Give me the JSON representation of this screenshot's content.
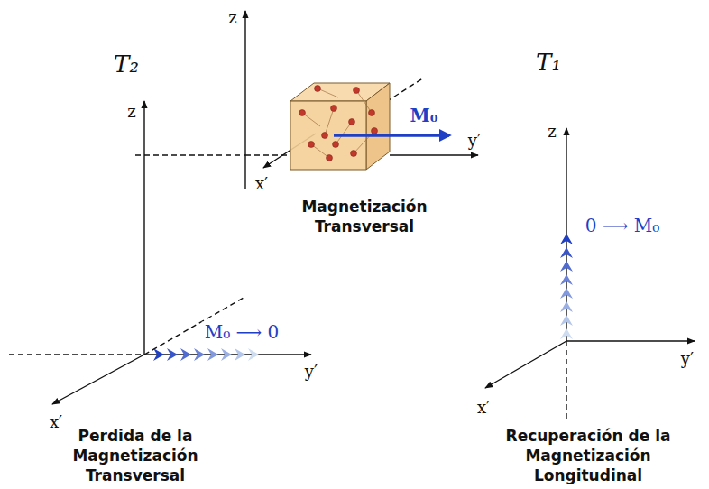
{
  "diagram": {
    "labels": [
      "z",
      "M₀",
      "y′",
      "x′",
      "Magnetización Transversal",
      "T₂",
      "z",
      "M₀ ⟶ 0",
      "y′",
      "x′",
      "Perdida de la Magnetización Transversal",
      "T₁",
      "z",
      "0 ⟶ M₀",
      "y′",
      "x′",
      "Recuperación de la Magnetización Longitudinal"
    ]
  }
}
